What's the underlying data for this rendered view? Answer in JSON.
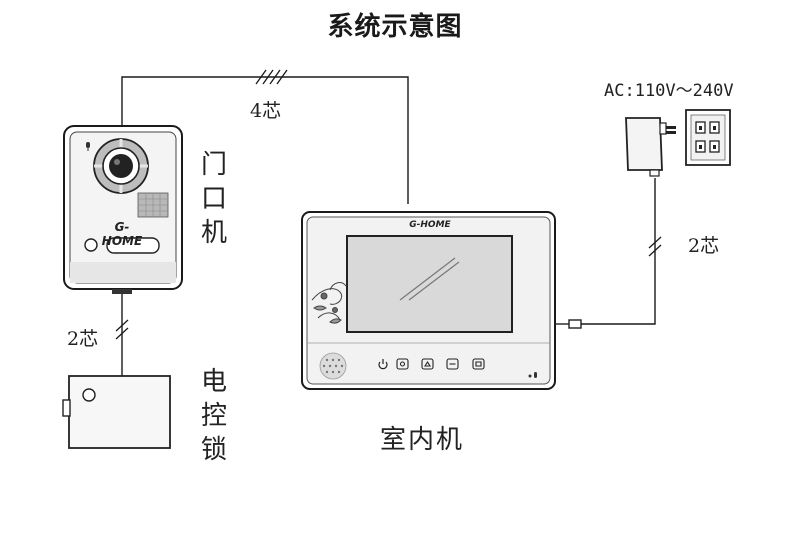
{
  "title": "系统示意图",
  "wire_labels": {
    "top_wire": "4芯",
    "lock_wire": "2芯",
    "power_wire": "2芯"
  },
  "power_spec": "AC:110V～240V",
  "devices": {
    "door_station": {
      "label": "门口机",
      "brand": "G-HOME"
    },
    "indoor_monitor": {
      "label": "室内机",
      "brand": "G-HOME"
    },
    "electric_lock": {
      "label": "电控锁"
    }
  },
  "colors": {
    "line": "#1a1a1a",
    "panel": "#f2f2f2",
    "screen": "#d9d9d9"
  }
}
